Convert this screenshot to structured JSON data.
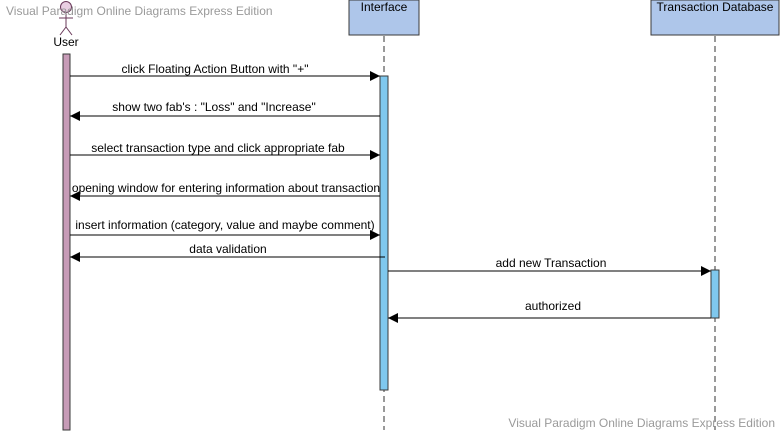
{
  "watermarks": {
    "top": "Visual Paradigm Online Diagrams Express Edition",
    "bottom": "Visual Paradigm Online Diagrams Express Edition"
  },
  "participants": [
    {
      "id": "user",
      "label": "User",
      "kind": "actor"
    },
    {
      "id": "interface",
      "label": "Interface",
      "kind": "object"
    },
    {
      "id": "db",
      "label": "Transaction Database",
      "kind": "object"
    }
  ],
  "messages": [
    {
      "from": "user",
      "to": "interface",
      "label": "click Floating Action Button with \"+\""
    },
    {
      "from": "interface",
      "to": "user",
      "label": "show two fab's : \"Loss\" and \"Increase\""
    },
    {
      "from": "user",
      "to": "interface",
      "label": "select transaction type and click appropriate fab"
    },
    {
      "from": "interface",
      "to": "user",
      "label": "opening window for entering information about transaction"
    },
    {
      "from": "user",
      "to": "interface",
      "label": "insert information (category, value and maybe comment)"
    },
    {
      "from": "interface",
      "to": "user",
      "label": "data validation"
    },
    {
      "from": "interface",
      "to": "db",
      "label": "add new Transaction"
    },
    {
      "from": "db",
      "to": "interface",
      "label": "authorized"
    }
  ],
  "colors": {
    "participant_box": "#aec6ea",
    "participant_border": "#3a3a3a",
    "actor_fill": "#e9cfe2",
    "user_activation": "#c79bb7",
    "interface_activation": "#7fc8ee",
    "db_activation": "#7fc8ee",
    "line": "#000000",
    "watermark": "#9a9a9a"
  }
}
